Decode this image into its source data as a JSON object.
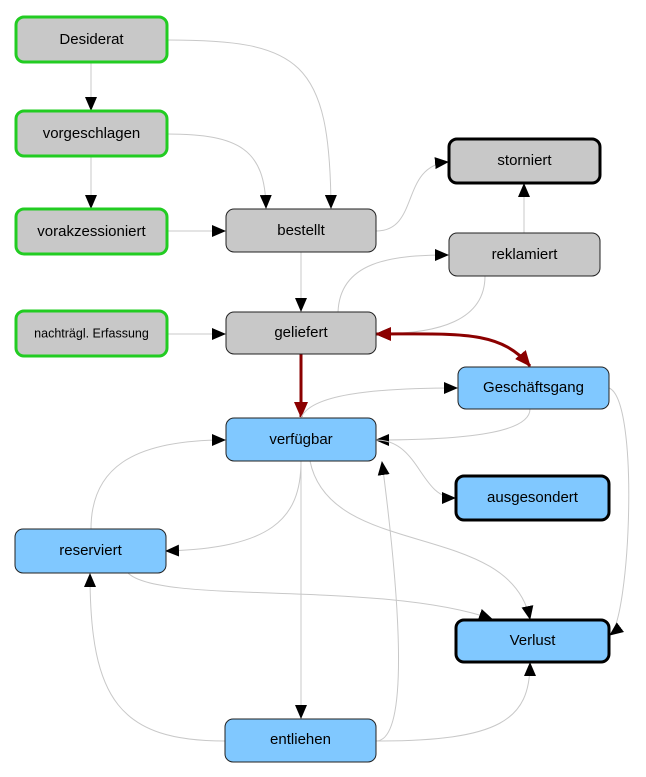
{
  "colors": {
    "gray_fill": "#c8c8c8",
    "blue_fill": "#80c8ff",
    "green_border": "#22cc22",
    "edge_thin": "#c8c8c8",
    "edge_strong": "#8b0000",
    "arrow": "#000000"
  },
  "nodes": {
    "desiderat": {
      "label": "Desiderat",
      "style": "green"
    },
    "vorgeschlagen": {
      "label": "vorgeschlagen",
      "style": "green"
    },
    "vorakzessioniert": {
      "label": "vorakzessioniert",
      "style": "green"
    },
    "nachtraegl": {
      "label": "nachträgl. Erfassung",
      "style": "green"
    },
    "bestellt": {
      "label": "bestellt",
      "style": "gray"
    },
    "storniert": {
      "label": "storniert",
      "style": "gray-bold"
    },
    "reklamiert": {
      "label": "reklamiert",
      "style": "gray"
    },
    "geliefert": {
      "label": "geliefert",
      "style": "gray"
    },
    "geschaeftsgang": {
      "label": "Geschäftsgang",
      "style": "blue"
    },
    "verfuegbar": {
      "label": "verfügbar",
      "style": "blue"
    },
    "ausgesondert": {
      "label": "ausgesondert",
      "style": "blue-bold"
    },
    "reserviert": {
      "label": "reserviert",
      "style": "blue"
    },
    "verlust": {
      "label": "Verlust",
      "style": "blue-bold"
    },
    "entliehen": {
      "label": "entliehen",
      "style": "blue"
    }
  },
  "edges": [
    {
      "from": "desiderat",
      "to": "vorgeschlagen"
    },
    {
      "from": "desiderat",
      "to": "bestellt"
    },
    {
      "from": "vorgeschlagen",
      "to": "vorakzessioniert"
    },
    {
      "from": "vorgeschlagen",
      "to": "bestellt"
    },
    {
      "from": "vorakzessioniert",
      "to": "bestellt"
    },
    {
      "from": "bestellt",
      "to": "storniert"
    },
    {
      "from": "bestellt",
      "to": "geliefert"
    },
    {
      "from": "reklamiert",
      "to": "storniert"
    },
    {
      "from": "geliefert",
      "to": "reklamiert"
    },
    {
      "from": "reklamiert",
      "to": "geliefert"
    },
    {
      "from": "nachtraegl",
      "to": "geliefert"
    },
    {
      "from": "geliefert",
      "to": "geschaeftsgang",
      "strong": true,
      "bidirectional": true
    },
    {
      "from": "geliefert",
      "to": "verfuegbar",
      "strong": true
    },
    {
      "from": "verfuegbar",
      "to": "geschaeftsgang"
    },
    {
      "from": "geschaeftsgang",
      "to": "verfuegbar"
    },
    {
      "from": "verfuegbar",
      "to": "ausgesondert"
    },
    {
      "from": "verfuegbar",
      "to": "reserviert"
    },
    {
      "from": "reserviert",
      "to": "verfuegbar"
    },
    {
      "from": "verfuegbar",
      "to": "verlust"
    },
    {
      "from": "verfuegbar",
      "to": "entliehen"
    },
    {
      "from": "reserviert",
      "to": "verlust"
    },
    {
      "from": "entliehen",
      "to": "reserviert"
    },
    {
      "from": "entliehen",
      "to": "verfuegbar"
    },
    {
      "from": "entliehen",
      "to": "verlust"
    },
    {
      "from": "geschaeftsgang",
      "to": "verlust"
    }
  ]
}
